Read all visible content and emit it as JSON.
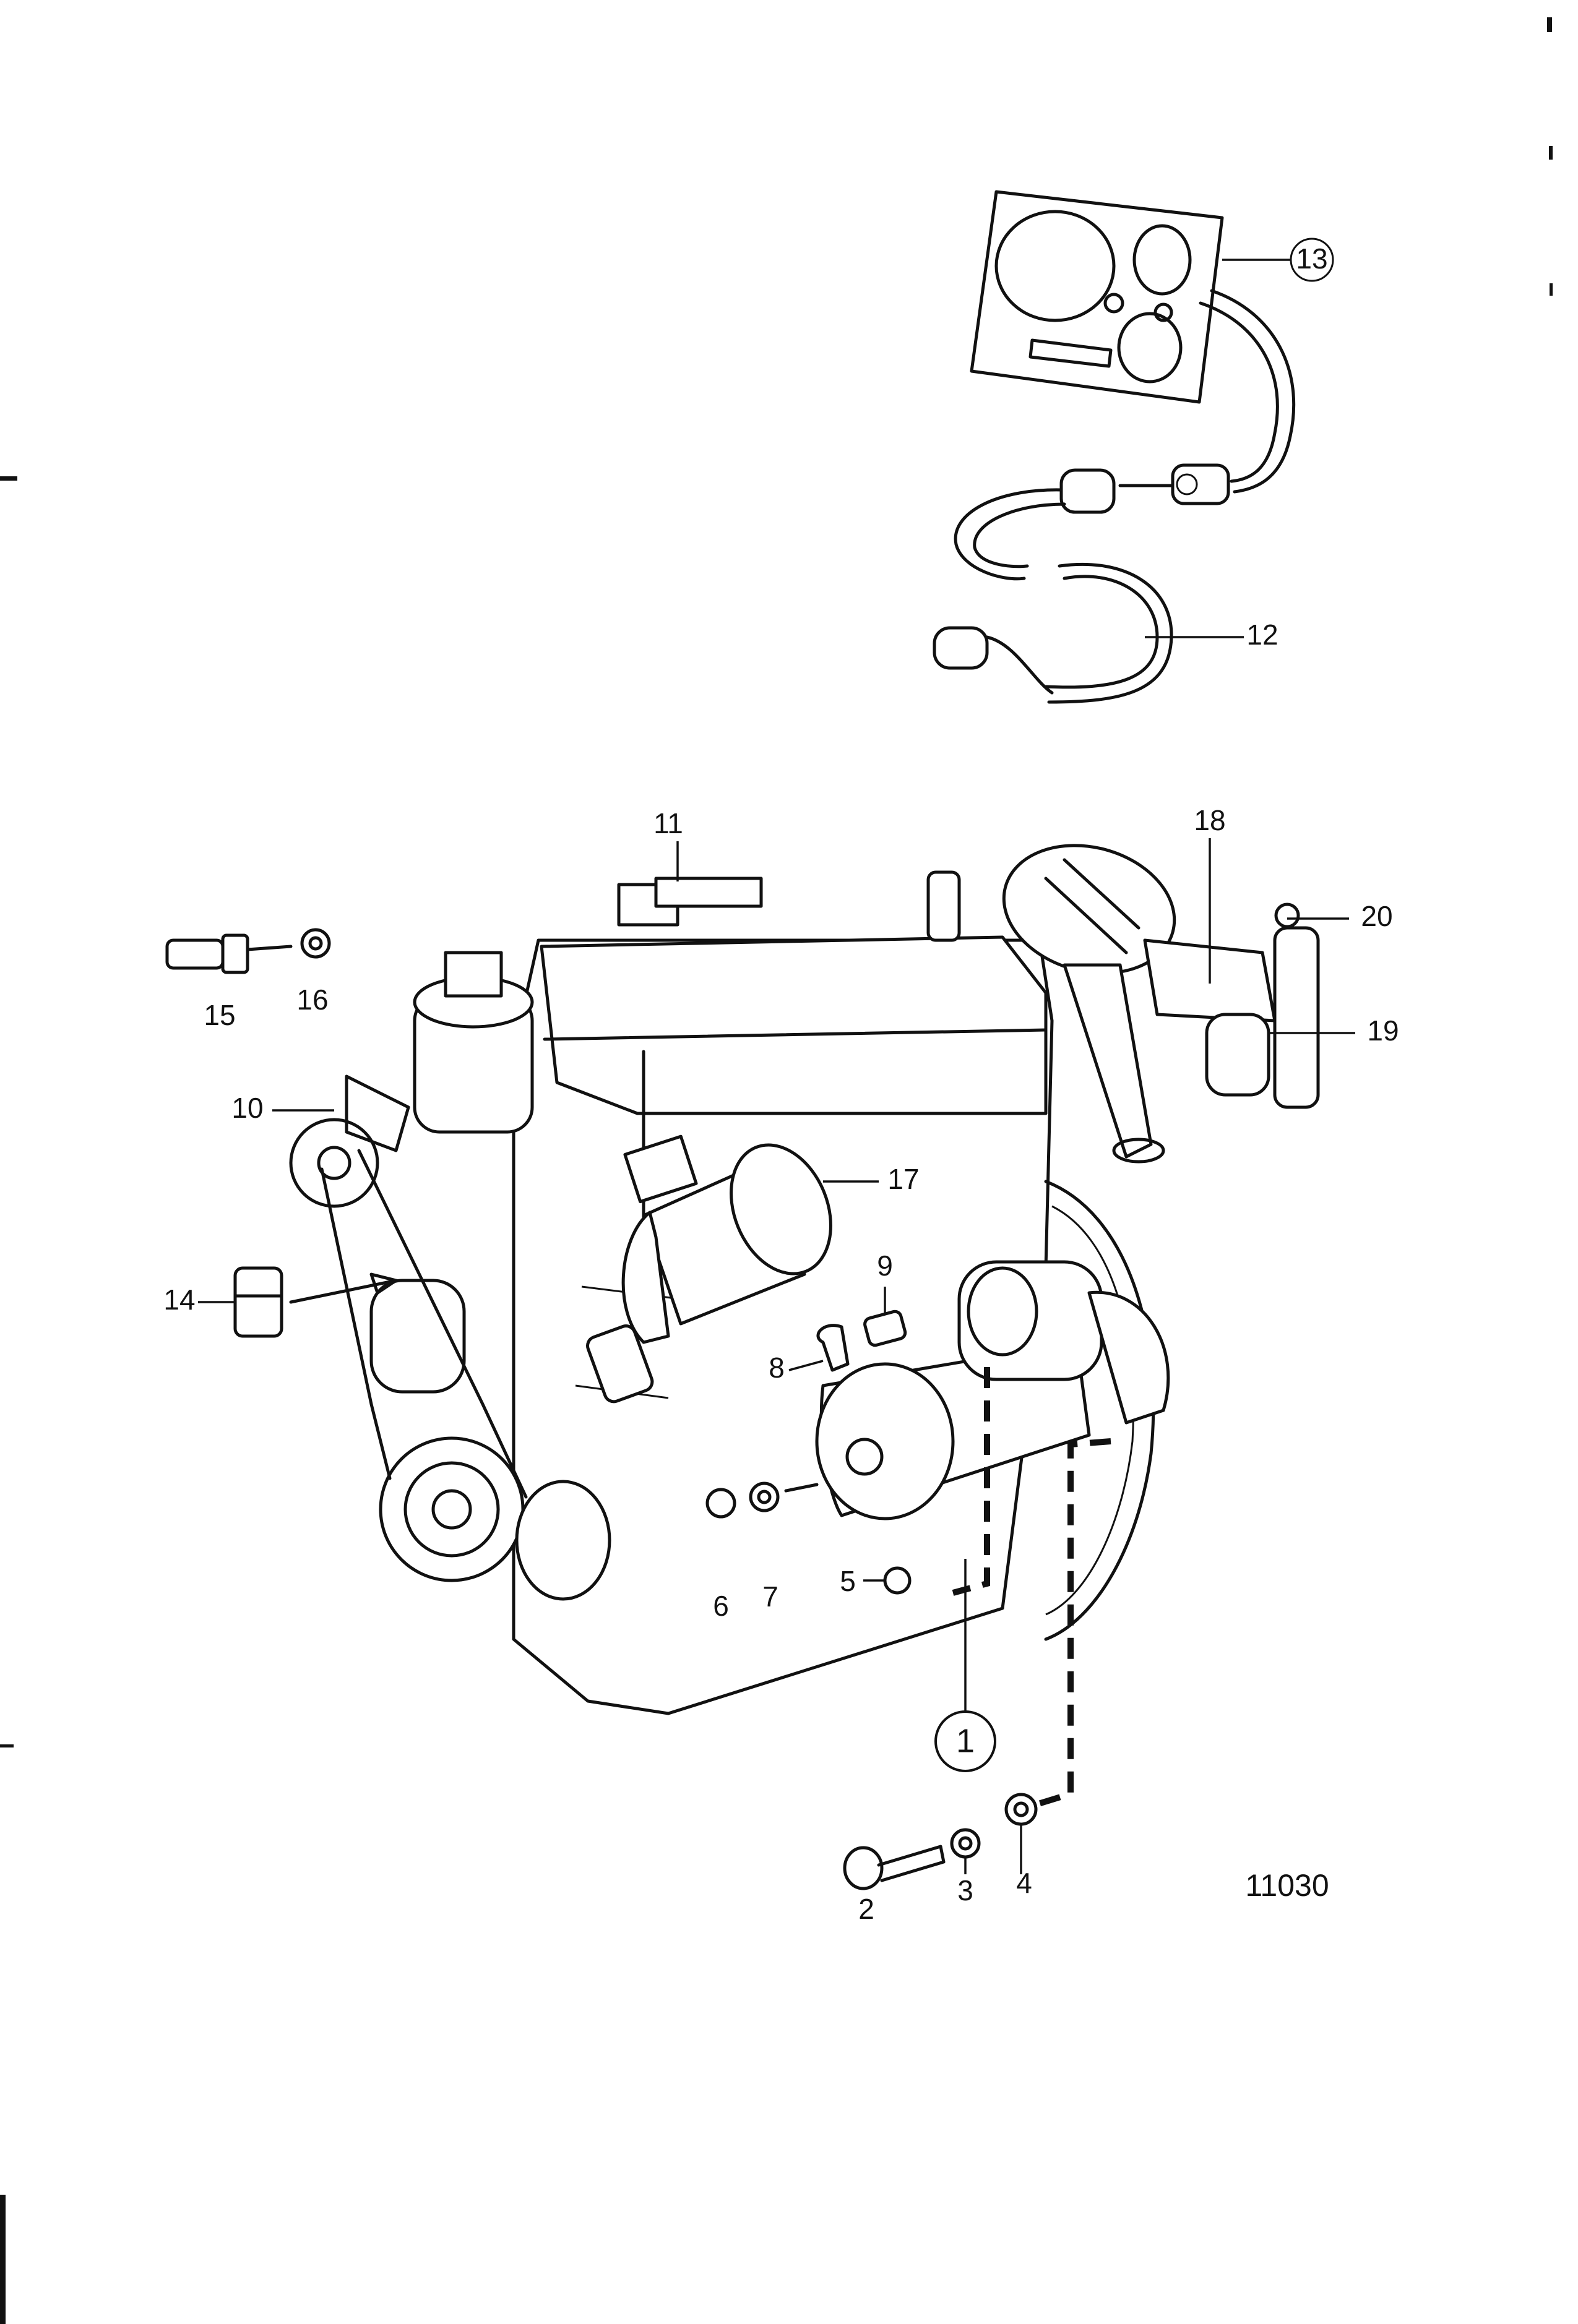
{
  "diagram": {
    "reference_number": "11030",
    "callouts": [
      {
        "id": "1",
        "label": "1",
        "circled": true
      },
      {
        "id": "2",
        "label": "2",
        "circled": false
      },
      {
        "id": "3",
        "label": "3",
        "circled": false
      },
      {
        "id": "4",
        "label": "4",
        "circled": false
      },
      {
        "id": "5",
        "label": "5",
        "circled": false
      },
      {
        "id": "6",
        "label": "6",
        "circled": false
      },
      {
        "id": "7",
        "label": "7",
        "circled": false
      },
      {
        "id": "8",
        "label": "8",
        "circled": false
      },
      {
        "id": "9",
        "label": "9",
        "circled": false
      },
      {
        "id": "10",
        "label": "10",
        "circled": false
      },
      {
        "id": "11",
        "label": "11",
        "circled": false
      },
      {
        "id": "12",
        "label": "12",
        "circled": false
      },
      {
        "id": "13",
        "label": "13",
        "circled": true
      },
      {
        "id": "14",
        "label": "14",
        "circled": false
      },
      {
        "id": "15",
        "label": "15",
        "circled": false
      },
      {
        "id": "16",
        "label": "16",
        "circled": false
      },
      {
        "id": "17",
        "label": "17",
        "circled": false
      },
      {
        "id": "18",
        "label": "18",
        "circled": false
      },
      {
        "id": "19",
        "label": "19",
        "circled": false
      },
      {
        "id": "20",
        "label": "20",
        "circled": false
      }
    ]
  }
}
